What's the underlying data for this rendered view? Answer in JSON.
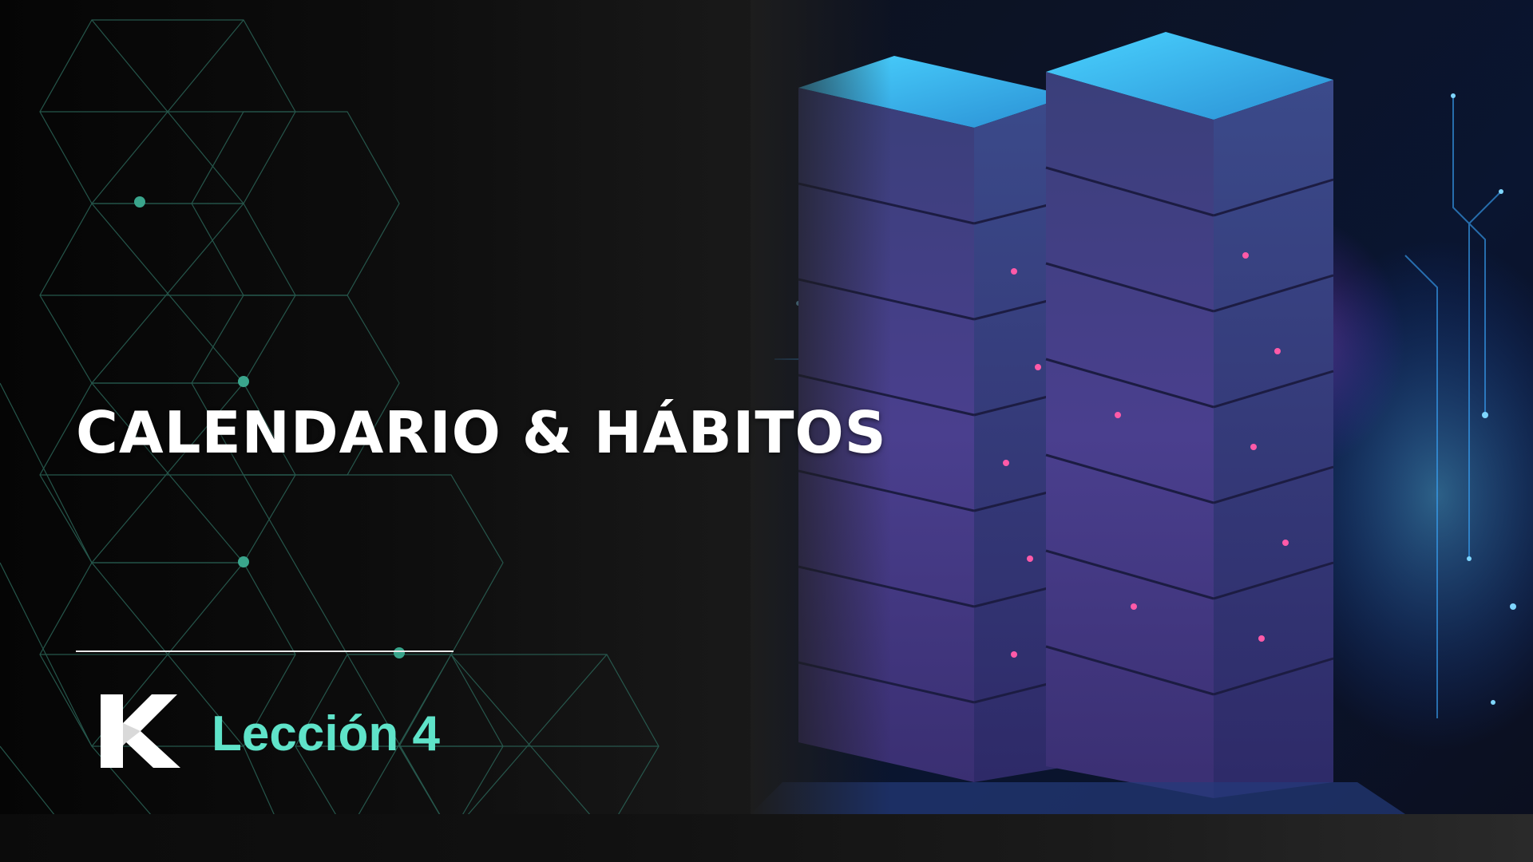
{
  "slide": {
    "title": "CALENDARIO & HÁBITOS",
    "lesson_label": "Lección 4"
  },
  "icons": {
    "brand_logo": "k-logo-icon",
    "background_art": "server-tower-illustration"
  },
  "colors": {
    "background": "#0b0b0b",
    "title": "#ffffff",
    "accent": "#5fe3c9",
    "pattern_line": "#2f6b5e",
    "pattern_dot": "#3aa58c",
    "glow_purple": "#a04dff",
    "glow_blue": "#3aa8ff"
  }
}
